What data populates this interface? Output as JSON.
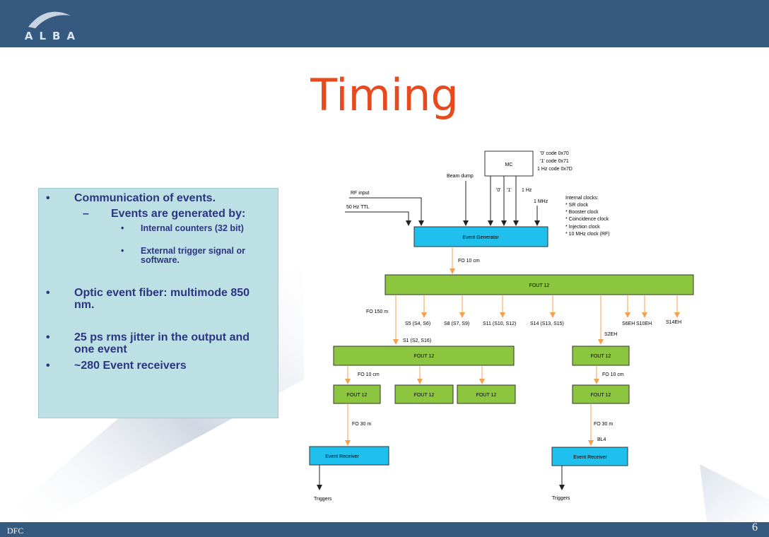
{
  "header": {
    "logo_text": "ALBA"
  },
  "title": "Timing",
  "bullets": [
    {
      "level": 1,
      "marker": "•",
      "text": "Communication of events."
    },
    {
      "level": 2,
      "marker": "–",
      "text": "Events are generated by:"
    },
    {
      "level": 3,
      "marker": "•",
      "text": "Internal counters (32 bit)"
    },
    {
      "level": 3,
      "marker": "•",
      "text": "External trigger signal or software."
    },
    {
      "level": 1,
      "marker": "•",
      "text": "Optic event fiber: multimode 850 nm."
    },
    {
      "level": 1,
      "marker": "•",
      "text": "25 ps rms jitter in the output and one event"
    },
    {
      "level": 1,
      "marker": "•",
      "text": "~280 Event receivers"
    }
  ],
  "diagram": {
    "boxes": {
      "mc": "MC",
      "event_generator": "Event Generator",
      "fout_main": "FOUT 12",
      "fout_left": "FOUT 12",
      "fout_right": "FOUT 12",
      "fout_l1": "FOUT 12",
      "fout_l2": "FOUT 12",
      "fout_l3": "FOUT 12",
      "fout_r1": "FOUT 12",
      "event_receiver_left": "Event Receiver",
      "event_receiver_right": "Event Receiver"
    },
    "labels": {
      "code0": "'0' code 0x70",
      "code1": "'1' code 0x71",
      "code1hz": "1 Hz code 0x7D",
      "beam_dump": "Beam dump",
      "rf_input": "RF input",
      "ttl": "50 Hz TTL",
      "sig0": "'0'",
      "sig1": "'1'",
      "sig1hz": "1 Hz",
      "sig1mhz": "1 MHz",
      "internal_clocks": [
        "Internal clocks:",
        "* SR clock",
        "* Booster clock",
        "* Coincidence clock",
        "* Injection clock",
        "* 10 MHz clock (RF)"
      ],
      "fo10_top": "FO 10 cm",
      "fo150": "FO 150 m",
      "s5": "S5 (S4, S6)",
      "s8": "S8 (S7, S9)",
      "s11": "S11 (S10, S12)",
      "s14": "S14 (S13, S15)",
      "s6eh": "S6EH",
      "s10eh": "S10EH",
      "s14eh": "S14EH",
      "s2eh": "S2EH",
      "s1": "S1 (S2, S16)",
      "fo10_left": "FO 10 cm",
      "fo10_right": "FO 10 cm",
      "fo30_left": "FO 30 m",
      "fo30_right": "FO 30 m",
      "bl4": "BL4",
      "triggers_left": "Triggers",
      "triggers_right": "Triggers"
    }
  },
  "footer": {
    "left": "DFC",
    "page": "6"
  },
  "colors": {
    "bar": "#35597f",
    "title": "#e84a1e",
    "cyan_box": "#20c0ee",
    "green_box": "#8cc63f",
    "arrow": "#f5a04a",
    "text_blue": "#2c3582"
  }
}
